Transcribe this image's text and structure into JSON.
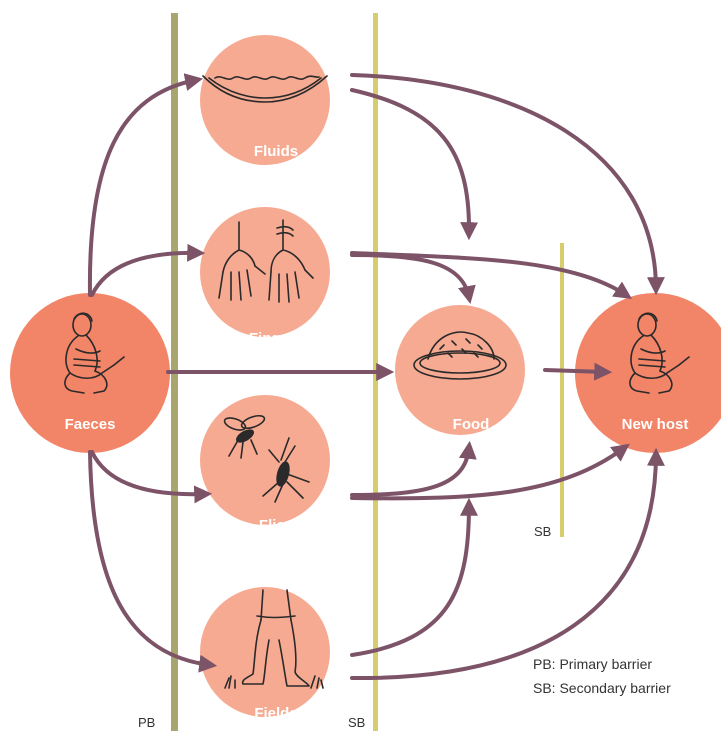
{
  "nodes": {
    "faeces": {
      "label": "Faeces",
      "icon": "squatting-person-icon"
    },
    "fluids": {
      "label": "Fluids",
      "icon": "water-surface-icon"
    },
    "fingers": {
      "label": "Fingers",
      "icon": "hands-icon"
    },
    "flies": {
      "label": "Flies",
      "icon": "flies-icon"
    },
    "fields": {
      "label": "Fields",
      "icon": "bare-feet-icon"
    },
    "food": {
      "label": "Food",
      "icon": "plate-of-food-icon"
    },
    "new_host": {
      "label": "New host",
      "icon": "squatting-person-icon"
    }
  },
  "barriers": {
    "primary_label": "PB",
    "secondary_label": "SB",
    "secondary_right_label": "SB"
  },
  "legend": {
    "primary": "PB: Primary barrier",
    "secondary": "SB: Secondary barrier"
  },
  "colors": {
    "main_node": "#f28468",
    "secondary_node": "#f7aa92",
    "arrow": "#7d5368",
    "primary_barrier": "#a9a56e",
    "secondary_barrier": "#d8cd6c"
  },
  "edges": [
    {
      "from": "Faeces",
      "to": "Fluids"
    },
    {
      "from": "Faeces",
      "to": "Fingers"
    },
    {
      "from": "Faeces",
      "to": "Food"
    },
    {
      "from": "Faeces",
      "to": "Flies"
    },
    {
      "from": "Faeces",
      "to": "Fields"
    },
    {
      "from": "Fluids",
      "to": "Food"
    },
    {
      "from": "Fluids",
      "to": "New host"
    },
    {
      "from": "Fingers",
      "to": "Food"
    },
    {
      "from": "Fingers",
      "to": "New host"
    },
    {
      "from": "Flies",
      "to": "Food"
    },
    {
      "from": "Flies",
      "to": "New host"
    },
    {
      "from": "Fields",
      "to": "Food"
    },
    {
      "from": "Fields",
      "to": "New host"
    },
    {
      "from": "Food",
      "to": "New host"
    }
  ]
}
